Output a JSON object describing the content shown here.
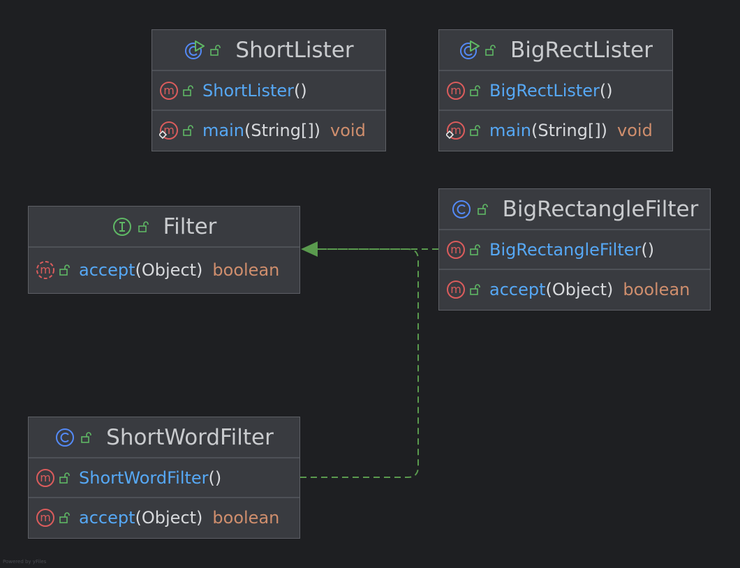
{
  "diagram": {
    "watermark": "Powered by yFiles",
    "classes": [
      {
        "id": "short-lister",
        "name": "ShortLister",
        "kind": "main-class",
        "members": [
          {
            "name": "ShortLister",
            "params": "()",
            "return": "",
            "kind": "constructor"
          },
          {
            "name": "main",
            "params": "(String[])",
            "return": "void",
            "kind": "static-method"
          }
        ]
      },
      {
        "id": "big-rect-lister",
        "name": "BigRectLister",
        "kind": "main-class",
        "members": [
          {
            "name": "BigRectLister",
            "params": "()",
            "return": "",
            "kind": "constructor"
          },
          {
            "name": "main",
            "params": "(String[])",
            "return": "void",
            "kind": "static-method"
          }
        ]
      },
      {
        "id": "filter",
        "name": "Filter",
        "kind": "interface",
        "members": [
          {
            "name": "accept",
            "params": "(Object)",
            "return": "boolean",
            "kind": "abstract-method"
          }
        ]
      },
      {
        "id": "big-rectangle-filter",
        "name": "BigRectangleFilter",
        "kind": "class",
        "members": [
          {
            "name": "BigRectangleFilter",
            "params": "()",
            "return": "",
            "kind": "constructor"
          },
          {
            "name": "accept",
            "params": "(Object)",
            "return": "boolean",
            "kind": "method"
          }
        ]
      },
      {
        "id": "short-word-filter",
        "name": "ShortWordFilter",
        "kind": "class",
        "members": [
          {
            "name": "ShortWordFilter",
            "params": "()",
            "return": "",
            "kind": "constructor"
          },
          {
            "name": "accept",
            "params": "(Object)",
            "return": "boolean",
            "kind": "method"
          }
        ]
      }
    ],
    "relations": [
      {
        "from": "BigRectangleFilter",
        "to": "Filter",
        "type": "implements"
      },
      {
        "from": "ShortWordFilter",
        "to": "Filter",
        "type": "implements"
      }
    ],
    "colors": {
      "background": "#1e1f22",
      "box": "#393b40",
      "method_name": "#56a8f5",
      "return_type": "#cf8e6d",
      "class_icon": "#548af7",
      "interface_icon": "#5fb865",
      "method_icon": "#db5c5c",
      "lock_icon": "#5fb865",
      "connector": "#5a9a4e"
    }
  }
}
